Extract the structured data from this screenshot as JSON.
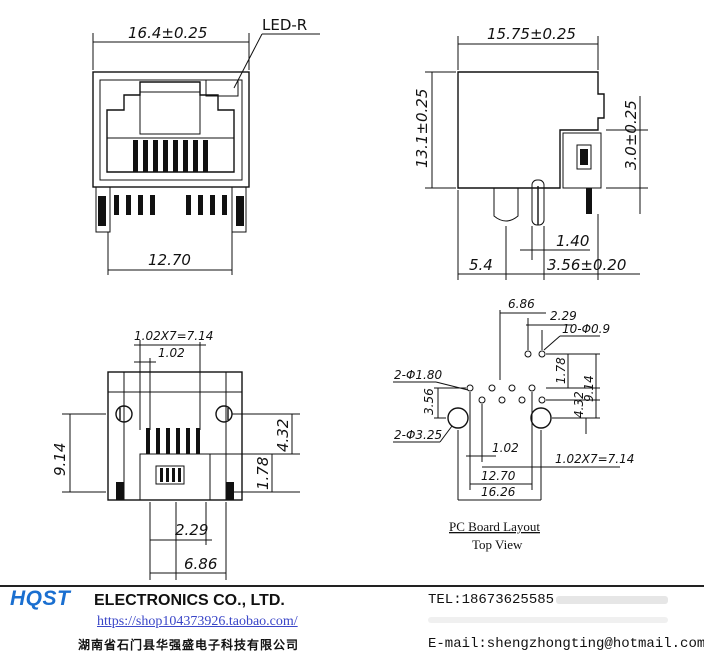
{
  "front_view": {
    "width_dim": "16.4±0.25",
    "led_label": "LED-R",
    "pin_span": "12.70"
  },
  "side_view": {
    "depth_dim": "15.75±0.25",
    "height_dim": "13.1±0.25",
    "led_height_dim": "3.0±0.25",
    "pin_dim": "1.40",
    "offset_dim": "5.4",
    "pin_offset_dim": "3.56±0.20"
  },
  "bottom_view": {
    "pitch_dim": "1.02X7=7.14",
    "pitch_single": "1.02",
    "height_dim": "9.14",
    "row_dim": "4.32",
    "offset_dim": "1.78",
    "pin_dim": "2.29",
    "width_dim": "6.86"
  },
  "pcb_layout": {
    "led_span": "6.86",
    "led_pitch": "2.29",
    "hole_spec": "10-Φ0.9",
    "mount_hole_small": "2-Φ1.80",
    "mount_hole_large": "2-Φ3.25",
    "dim_178": "1.78",
    "dim_914": "9.14",
    "dim_356": "3.56",
    "dim_432": "4.32",
    "dim_102": "1.02",
    "dim_pitch": "1.02X7=7.14",
    "dim_1270": "12.70",
    "dim_1626": "16.26",
    "title": "PC Board Layout",
    "subtitle": "Top View"
  },
  "footer": {
    "brand": "HQST",
    "company": "ELECTRONICS CO., LTD.",
    "shop_url": "https://shop104373926.taobao.com/",
    "address": "湖南省石门县华强盛电子科技有限公司",
    "tel": "TEL:18673625585",
    "email": "E-mail:shengzhongting@hotmail.com"
  }
}
